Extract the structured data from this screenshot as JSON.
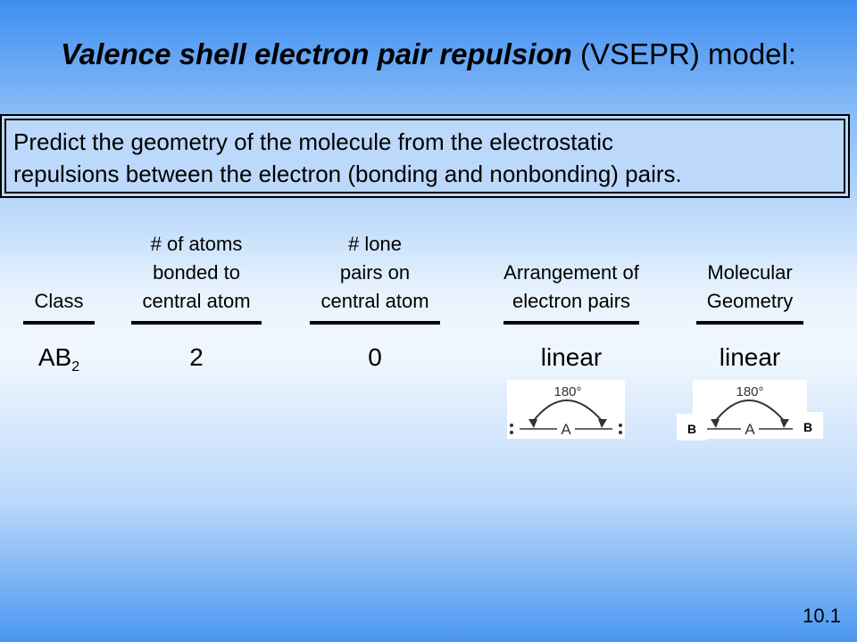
{
  "title": {
    "em": "Valence shell electron pair repulsion",
    "rest": " (VSEPR) model:"
  },
  "box_text": {
    "line1": "Predict the geometry of the molecule from the electrostatic",
    "line2": "repulsions between the electron (bonding and nonbonding) pairs."
  },
  "columns": [
    {
      "header": "Class",
      "value_main": "AB",
      "value_sub": "2"
    },
    {
      "header_lines": [
        "# of atoms",
        "bonded to",
        "central atom"
      ],
      "value": "2"
    },
    {
      "header_lines": [
        "# lone",
        "pairs on",
        "central atom"
      ],
      "value": "0"
    },
    {
      "header_lines": [
        "Arrangement of",
        "electron pairs"
      ],
      "value": "linear"
    },
    {
      "header_lines": [
        "Molecular",
        "Geometry"
      ],
      "value": "linear"
    }
  ],
  "diagram1": {
    "angle": "180°",
    "center": "A"
  },
  "diagram2": {
    "angle": "180°",
    "center": "A",
    "left": "B",
    "right": "B"
  },
  "slide_number": "10.1"
}
